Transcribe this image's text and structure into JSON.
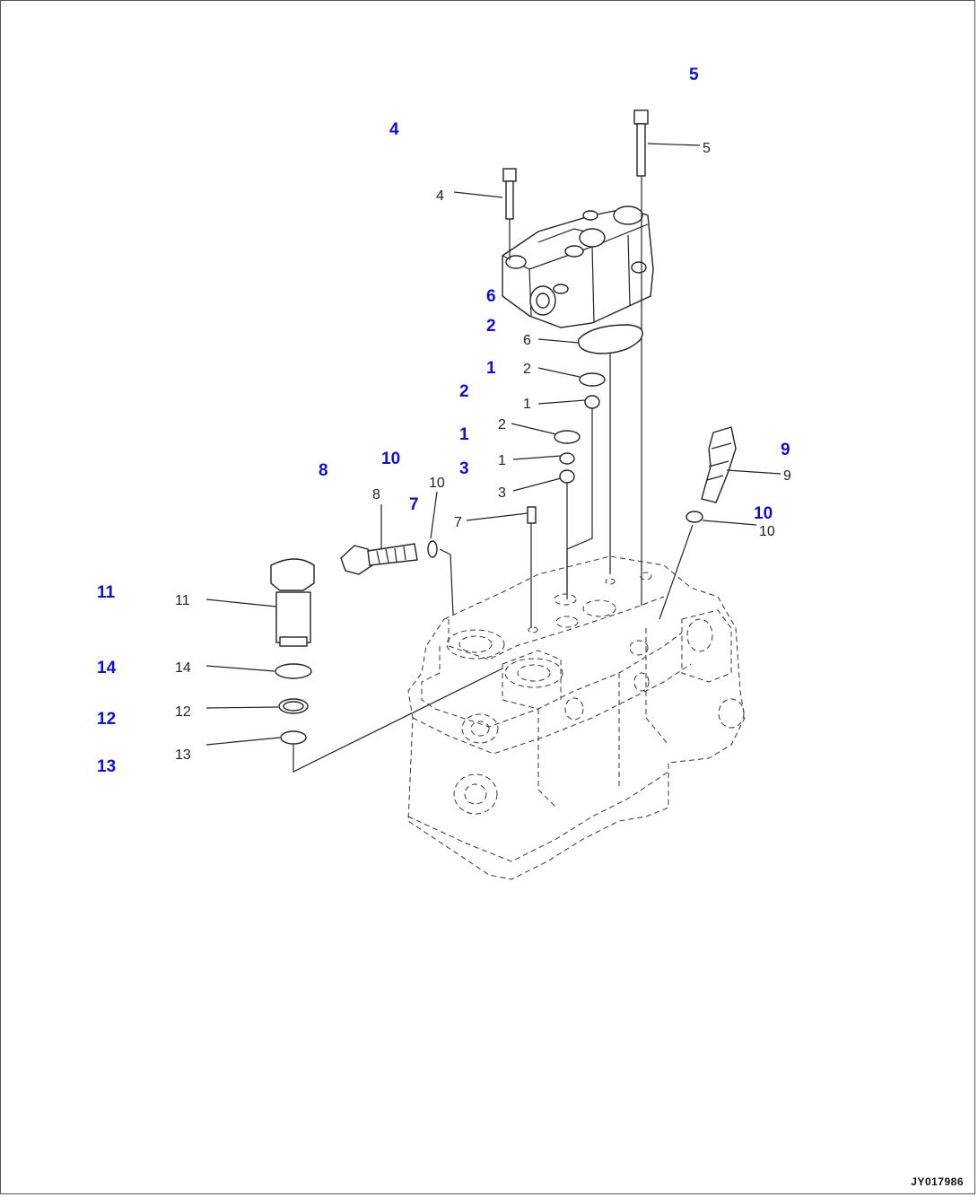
{
  "hotspots": [
    {
      "id": "5",
      "label": "5"
    },
    {
      "id": "4",
      "label": "4"
    },
    {
      "id": "6",
      "label": "6"
    },
    {
      "id": "2a",
      "label": "2"
    },
    {
      "id": "1a",
      "label": "1"
    },
    {
      "id": "2b",
      "label": "2"
    },
    {
      "id": "1b",
      "label": "1"
    },
    {
      "id": "3",
      "label": "3"
    },
    {
      "id": "8",
      "label": "8"
    },
    {
      "id": "10a",
      "label": "10"
    },
    {
      "id": "7",
      "label": "7"
    },
    {
      "id": "9",
      "label": "9"
    },
    {
      "id": "10b",
      "label": "10"
    },
    {
      "id": "11",
      "label": "11"
    },
    {
      "id": "14",
      "label": "14"
    },
    {
      "id": "12",
      "label": "12"
    },
    {
      "id": "13",
      "label": "13"
    }
  ],
  "callouts": [
    {
      "id": "c5",
      "text": "5"
    },
    {
      "id": "c4",
      "text": "4"
    },
    {
      "id": "c6",
      "text": "6"
    },
    {
      "id": "c2a",
      "text": "2"
    },
    {
      "id": "c1a",
      "text": "1"
    },
    {
      "id": "c2b",
      "text": "2"
    },
    {
      "id": "c1b",
      "text": "1"
    },
    {
      "id": "c3",
      "text": "3"
    },
    {
      "id": "c8",
      "text": "8"
    },
    {
      "id": "c10a",
      "text": "10"
    },
    {
      "id": "c7",
      "text": "7"
    },
    {
      "id": "c9",
      "text": "9"
    },
    {
      "id": "c10b",
      "text": "10"
    },
    {
      "id": "c11",
      "text": "11"
    },
    {
      "id": "c14",
      "text": "14"
    },
    {
      "id": "c12",
      "text": "12"
    },
    {
      "id": "c13",
      "text": "13"
    }
  ],
  "drawing_code": "JY017986"
}
